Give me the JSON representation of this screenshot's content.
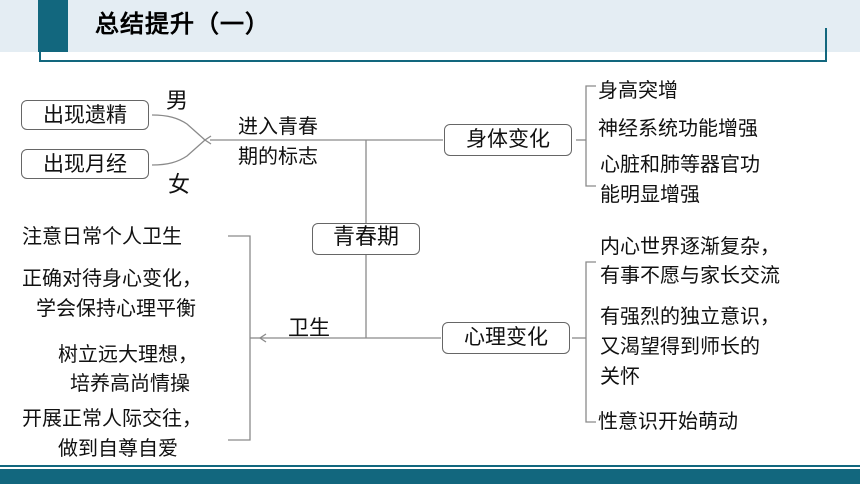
{
  "header": {
    "title": "总结提升（一）"
  },
  "colors": {
    "accent": "#12677e",
    "header_band": "#e4edf3",
    "line": "#888888"
  },
  "center": {
    "label": "青春期"
  },
  "signs": {
    "label_line1": "进入青春",
    "label_line2": "期的标志",
    "male": {
      "gender": "男",
      "box": "出现遗精"
    },
    "female": {
      "gender": "女",
      "box": "出现月经"
    }
  },
  "body": {
    "label": "身体变化",
    "items": [
      {
        "lines": [
          "身高突增"
        ]
      },
      {
        "lines": [
          "神经系统功能增强"
        ]
      },
      {
        "lines": [
          "心脏和肺等器官功",
          "能明显增强"
        ]
      }
    ]
  },
  "mind": {
    "label": "心理变化",
    "items": [
      {
        "lines": [
          "内心世界逐渐复杂，",
          "有事不愿与家长交流"
        ]
      },
      {
        "lines": [
          "有强烈的独立意识，",
          "又渴望得到师长的",
          "关怀"
        ]
      },
      {
        "lines": [
          "性意识开始萌动"
        ]
      }
    ]
  },
  "hygiene": {
    "label": "卫生",
    "items": [
      {
        "lines": [
          "注意日常个人卫生"
        ]
      },
      {
        "lines": [
          "正确对待身心变化，",
          "学会保持心理平衡"
        ]
      },
      {
        "lines": [
          "树立远大理想，",
          "培养高尚情操"
        ]
      },
      {
        "lines": [
          "开展正常人际交往，",
          "做到自尊自爱"
        ]
      }
    ]
  }
}
